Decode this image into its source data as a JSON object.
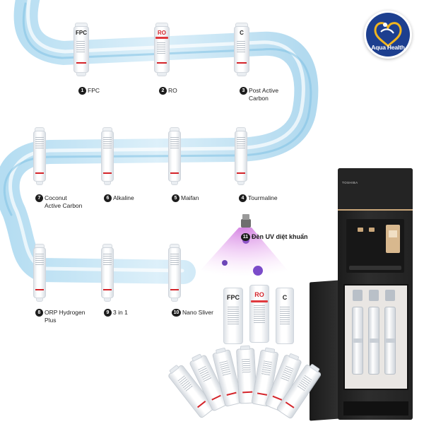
{
  "brand": {
    "logo_text": "Aqua Health"
  },
  "filters": [
    {
      "num": "1",
      "label": "FPC",
      "code": "FPC"
    },
    {
      "num": "2",
      "label": "RO",
      "code": "RO"
    },
    {
      "num": "3",
      "label_line1": "Post Active",
      "label_line2": "Carbon",
      "code": "C"
    },
    {
      "num": "4",
      "label": "Tourmaline"
    },
    {
      "num": "5",
      "label": "Maifan"
    },
    {
      "num": "6",
      "label": "Alkaline"
    },
    {
      "num": "7",
      "label_line1": "Coconut",
      "label_line2": "Active Carbon"
    },
    {
      "num": "8",
      "label_line1": "ORP Hydrogen",
      "label_line2": "Plus"
    },
    {
      "num": "9",
      "label": "3 in 1"
    },
    {
      "num": "10",
      "label": "Nano Sliver"
    }
  ],
  "uv": {
    "num": "11",
    "label": "Đèn UV diệt khuẩn"
  },
  "dispenser": {
    "brand_text": "TOSHIBA"
  },
  "loose_filters": [
    {
      "code": "FPC"
    },
    {
      "code": "RO"
    },
    {
      "code": "C"
    }
  ],
  "colors": {
    "water": "#bfe1f3",
    "uv_glow": "#d98be6",
    "logo_blue": "#1d3f8f",
    "logo_gold": "#f2b51e",
    "filter_red": "#d4242a",
    "dispenser_gold": "#caa77a"
  }
}
